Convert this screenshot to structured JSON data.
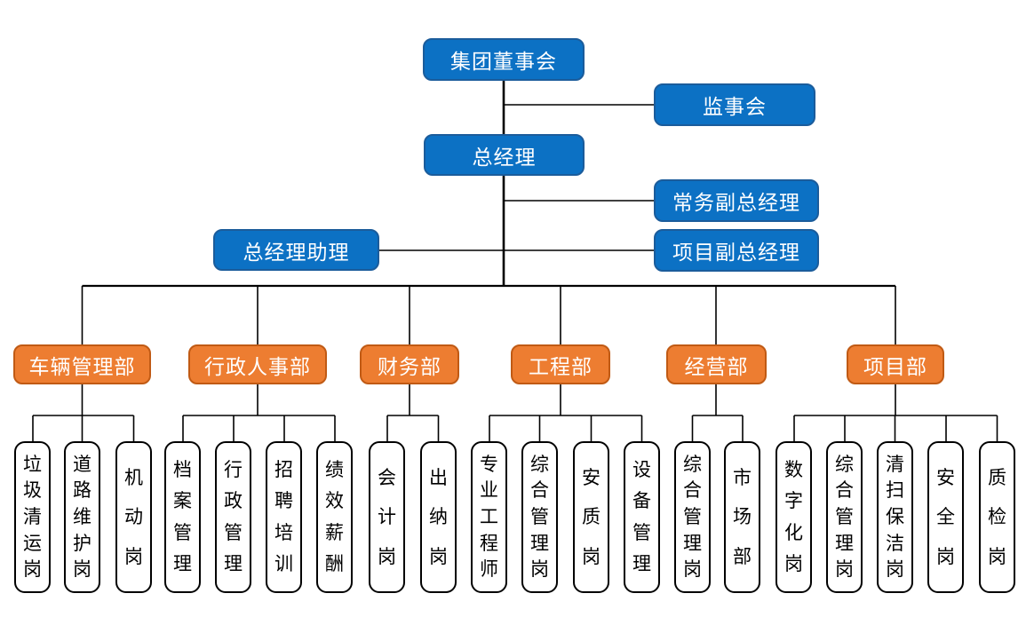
{
  "org": {
    "top": {
      "board": "集团董事会",
      "supervisory": "监事会",
      "general_manager": "总经理",
      "executive_deputy_gm": "常务副总经理",
      "gm_assistant": "总经理助理",
      "project_deputy_gm": "项目副总经理"
    },
    "departments": [
      {
        "label": "车辆管理部",
        "positions": [
          "垃圾清运岗",
          "道路维护岗",
          "机动岗"
        ]
      },
      {
        "label": "行政人事部",
        "positions": [
          "档案管理",
          "行政管理",
          "招聘培训",
          "绩效薪酬"
        ]
      },
      {
        "label": "财务部",
        "positions": [
          "会计岗",
          "出纳岗"
        ]
      },
      {
        "label": "工程部",
        "positions": [
          "专业工程师",
          "综合管理岗",
          "安质岗",
          "设备管理"
        ]
      },
      {
        "label": "经营部",
        "positions": [
          "综合管理岗",
          "市场部"
        ]
      },
      {
        "label": "项目部",
        "positions": [
          "数字化岗",
          "综合管理岗",
          "清扫保洁岗",
          "安全岗",
          "质检岗"
        ]
      }
    ]
  },
  "colors": {
    "executive_fill": "#0C71C4",
    "executive_border": "#1B5C9B",
    "department_fill": "#ED7D31",
    "department_border": "#C05A14",
    "position_fill": "#FFFFFF",
    "position_border": "#000000",
    "connector": "#000000",
    "background": "#FFFFFF"
  }
}
